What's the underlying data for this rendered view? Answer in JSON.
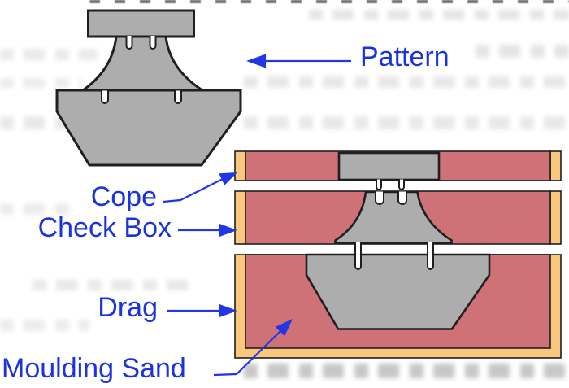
{
  "diagram": {
    "subject": "sand-casting three-part moulding flask with pattern",
    "labels": {
      "pattern": "Pattern",
      "cope": "Cope",
      "check_box": "Check Box",
      "drag": "Drag",
      "moulding_sand": "Moulding Sand"
    }
  },
  "labels": {
    "pattern": "Pattern",
    "cope": "Cope",
    "check_box": "Check Box",
    "drag": "Drag",
    "moulding_sand": "Moulding Sand"
  },
  "colors": {
    "label_blue": "#1b33de",
    "arrow_blue": "#2136e4",
    "sand_pink": "#ce7277",
    "frame_orange": "#f9c87d",
    "pattern_grey": "#adadad",
    "outline_dark": "#1f1f1f"
  }
}
